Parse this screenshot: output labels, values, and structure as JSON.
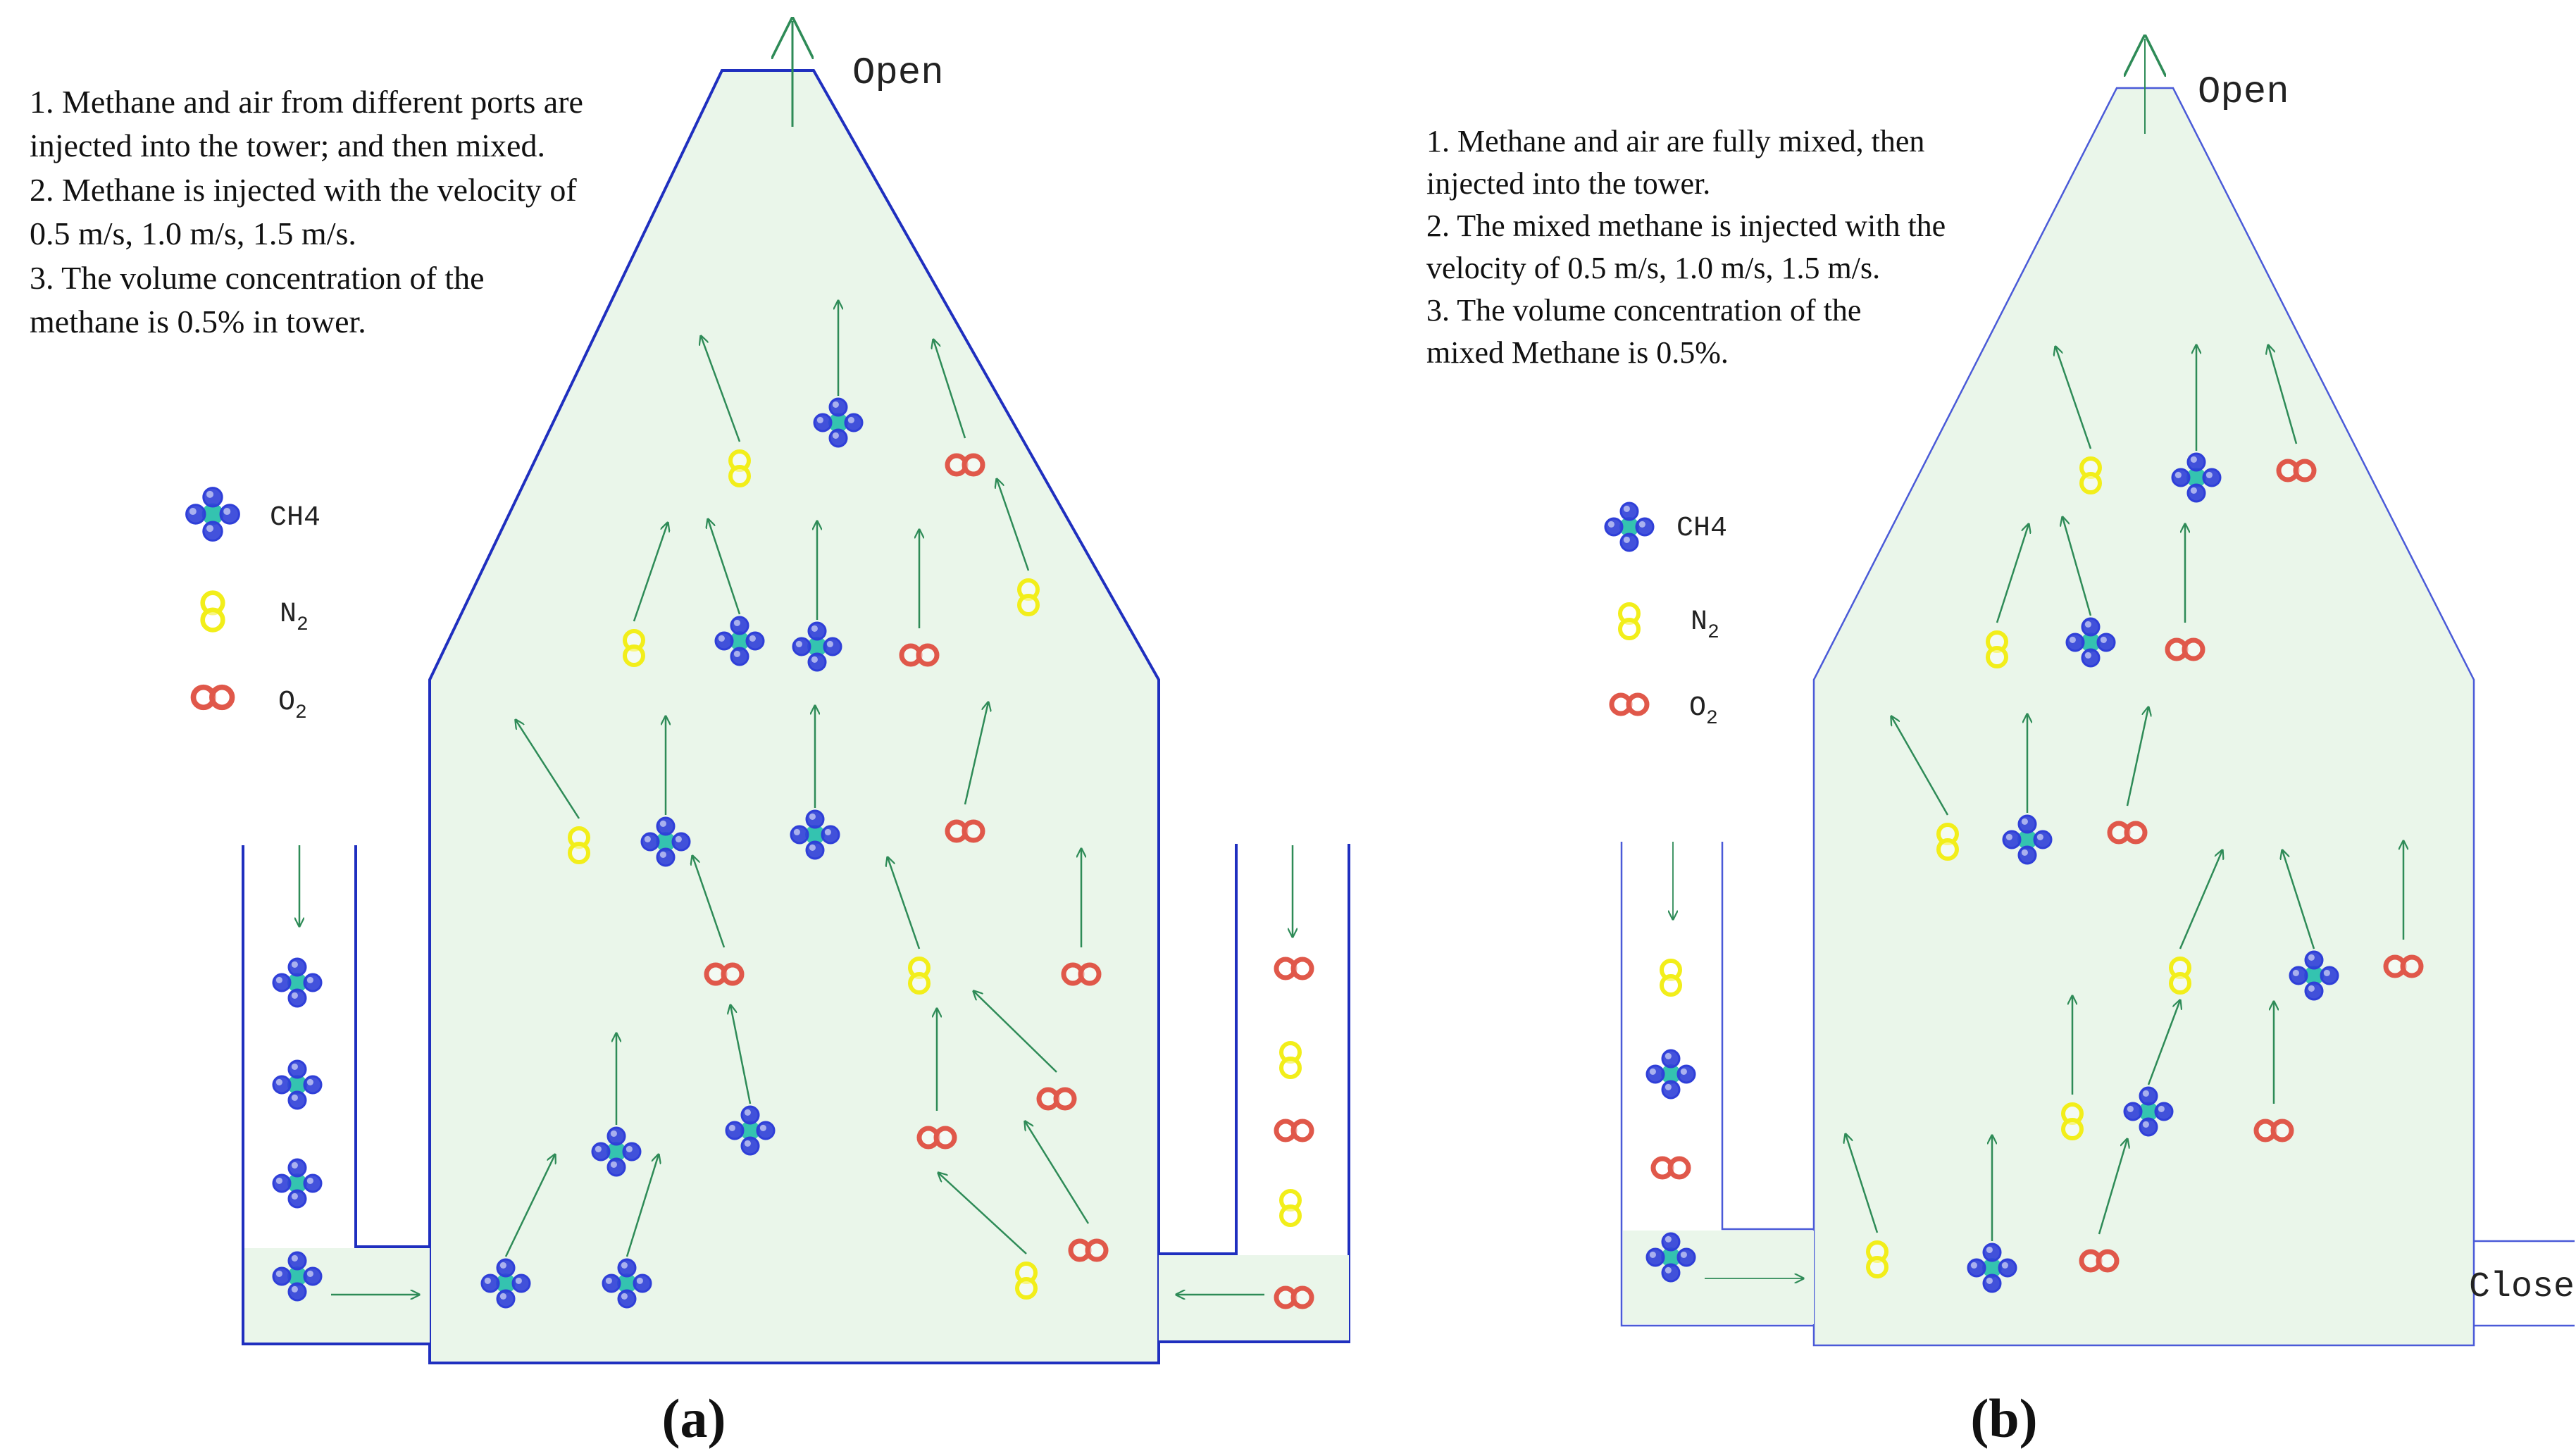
{
  "colors": {
    "tower_fill": "#eaf6ea",
    "outline_a": "#1f2fbf",
    "outline_b": "#4a5ad8",
    "arrow": "#2e8b57",
    "ch4_outer": "#2f3fd8",
    "ch4_center": "#34c3b0",
    "n2": "#f2ee1a",
    "o2": "#e0584a"
  },
  "panel_a": {
    "caption": "(a)",
    "open_label": "Open",
    "notes": [
      "1. Methane and air from different ports  are",
      "injected into the tower; and then mixed.",
      "2. Methane is injected with the velocity of",
      "0.5 m/s, 1.0 m/s, 1.5 m/s.",
      "3. The volume concentration of the",
      "methane is 0.5% in tower."
    ],
    "legend": {
      "ch4": "CH4",
      "n2_main": "N",
      "n2_sub": "2",
      "o2_main": "O",
      "o2_sub": "2"
    }
  },
  "panel_b": {
    "caption": "(b)",
    "open_label": "Open",
    "close_label": "Close",
    "notes": [
      "1. Methane and air are fully mixed, then",
      "injected into the tower.",
      "2. The mixed methane is injected with the",
      "velocity of 0.5 m/s, 1.0 m/s, 1.5 m/s.",
      "3. The volume concentration of the",
      "mixed Methane is 0.5%."
    ],
    "legend": {
      "ch4": "CH4",
      "n2_main": "N",
      "n2_sub": "2",
      "o2_main": "O",
      "o2_sub": "2"
    }
  }
}
